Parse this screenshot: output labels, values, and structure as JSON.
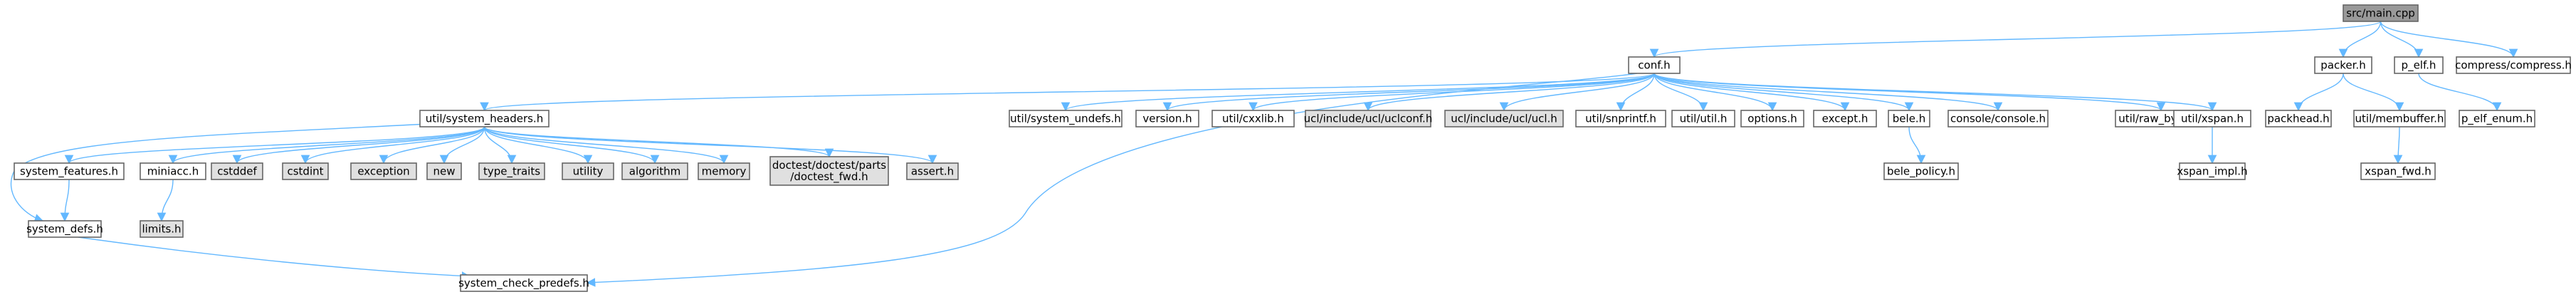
{
  "colors": {
    "node_fill": "#ffffff",
    "external_fill": "#e0e0e0",
    "root_fill": "#999999",
    "edge": "#63b8ff",
    "border": "#666666"
  },
  "nodes": [
    {
      "id": "main",
      "label": [
        "src/main.cpp"
      ],
      "kind": "root"
    },
    {
      "id": "conf",
      "label": [
        "conf.h"
      ],
      "kind": "file"
    },
    {
      "id": "packer",
      "label": [
        "packer.h"
      ],
      "kind": "file"
    },
    {
      "id": "pelf",
      "label": [
        "p_elf.h"
      ],
      "kind": "file"
    },
    {
      "id": "compress",
      "label": [
        "compress/compress.h"
      ],
      "kind": "file"
    },
    {
      "id": "sysheaders",
      "label": [
        "util/system_headers.h"
      ],
      "kind": "file"
    },
    {
      "id": "sysundefs",
      "label": [
        "util/system_undefs.h"
      ],
      "kind": "file"
    },
    {
      "id": "version",
      "label": [
        "version.h"
      ],
      "kind": "file"
    },
    {
      "id": "cxxlib",
      "label": [
        "util/cxxlib.h"
      ],
      "kind": "file"
    },
    {
      "id": "uclconf",
      "label": [
        "ucl/include/ucl/uclconf.h"
      ],
      "kind": "external"
    },
    {
      "id": "ucl",
      "label": [
        "ucl/include/ucl/ucl.h"
      ],
      "kind": "external"
    },
    {
      "id": "snprintf",
      "label": [
        "util/snprintf.h"
      ],
      "kind": "file"
    },
    {
      "id": "util",
      "label": [
        "util/util.h"
      ],
      "kind": "file"
    },
    {
      "id": "options",
      "label": [
        "options.h"
      ],
      "kind": "file"
    },
    {
      "id": "except",
      "label": [
        "except.h"
      ],
      "kind": "file"
    },
    {
      "id": "bele",
      "label": [
        "bele.h"
      ],
      "kind": "file"
    },
    {
      "id": "console",
      "label": [
        "console/console.h"
      ],
      "kind": "file"
    },
    {
      "id": "rawbytes",
      "label": [
        "util/raw_bytes.h"
      ],
      "kind": "file"
    },
    {
      "id": "xspan",
      "label": [
        "util/xspan.h"
      ],
      "kind": "file"
    },
    {
      "id": "packhead",
      "label": [
        "packhead.h"
      ],
      "kind": "file"
    },
    {
      "id": "membuffer",
      "label": [
        "util/membuffer.h"
      ],
      "kind": "file"
    },
    {
      "id": "pelfenum",
      "label": [
        "p_elf_enum.h"
      ],
      "kind": "file"
    },
    {
      "id": "sysfeatures",
      "label": [
        "system_features.h"
      ],
      "kind": "file"
    },
    {
      "id": "miniacc",
      "label": [
        "miniacc.h"
      ],
      "kind": "file"
    },
    {
      "id": "cstddef",
      "label": [
        "cstddef"
      ],
      "kind": "external"
    },
    {
      "id": "cstdint",
      "label": [
        "cstdint"
      ],
      "kind": "external"
    },
    {
      "id": "exception",
      "label": [
        "exception"
      ],
      "kind": "external"
    },
    {
      "id": "new",
      "label": [
        "new"
      ],
      "kind": "external"
    },
    {
      "id": "typetraits",
      "label": [
        "type_traits"
      ],
      "kind": "external"
    },
    {
      "id": "utility",
      "label": [
        "utility"
      ],
      "kind": "external"
    },
    {
      "id": "algorithm",
      "label": [
        "algorithm"
      ],
      "kind": "external"
    },
    {
      "id": "memory",
      "label": [
        "memory"
      ],
      "kind": "external"
    },
    {
      "id": "doctestfwd",
      "label": [
        "doctest/doctest/parts",
        "/doctest_fwd.h"
      ],
      "kind": "external"
    },
    {
      "id": "asserth",
      "label": [
        "assert.h"
      ],
      "kind": "external"
    },
    {
      "id": "belepolicy",
      "label": [
        "bele_policy.h"
      ],
      "kind": "file"
    },
    {
      "id": "xspanimpl",
      "label": [
        "xspan_impl.h"
      ],
      "kind": "file"
    },
    {
      "id": "xspanfwd",
      "label": [
        "xspan_fwd.h"
      ],
      "kind": "file"
    },
    {
      "id": "sysdefs",
      "label": [
        "system_defs.h"
      ],
      "kind": "file"
    },
    {
      "id": "limits",
      "label": [
        "limits.h"
      ],
      "kind": "external"
    },
    {
      "id": "syscheck",
      "label": [
        "system_check_predefs.h"
      ],
      "kind": "file"
    }
  ],
  "edges": [
    [
      "main",
      "conf"
    ],
    [
      "main",
      "packer"
    ],
    [
      "main",
      "pelf"
    ],
    [
      "main",
      "compress"
    ],
    [
      "conf",
      "sysheaders"
    ],
    [
      "conf",
      "sysundefs"
    ],
    [
      "conf",
      "version"
    ],
    [
      "conf",
      "cxxlib"
    ],
    [
      "conf",
      "uclconf"
    ],
    [
      "conf",
      "ucl"
    ],
    [
      "conf",
      "snprintf"
    ],
    [
      "conf",
      "util"
    ],
    [
      "conf",
      "options"
    ],
    [
      "conf",
      "except"
    ],
    [
      "conf",
      "bele"
    ],
    [
      "conf",
      "console"
    ],
    [
      "conf",
      "rawbytes"
    ],
    [
      "conf",
      "xspan"
    ],
    [
      "conf",
      "syscheck"
    ],
    [
      "packer",
      "packhead"
    ],
    [
      "packer",
      "membuffer"
    ],
    [
      "pelf",
      "pelfenum"
    ],
    [
      "sysheaders",
      "sysfeatures"
    ],
    [
      "sysheaders",
      "miniacc"
    ],
    [
      "sysheaders",
      "cstddef"
    ],
    [
      "sysheaders",
      "cstdint"
    ],
    [
      "sysheaders",
      "exception"
    ],
    [
      "sysheaders",
      "new"
    ],
    [
      "sysheaders",
      "typetraits"
    ],
    [
      "sysheaders",
      "utility"
    ],
    [
      "sysheaders",
      "algorithm"
    ],
    [
      "sysheaders",
      "memory"
    ],
    [
      "sysheaders",
      "doctestfwd"
    ],
    [
      "sysheaders",
      "asserth"
    ],
    [
      "sysheaders",
      "sysdefs"
    ],
    [
      "sysfeatures",
      "sysdefs"
    ],
    [
      "miniacc",
      "limits"
    ],
    [
      "sysdefs",
      "syscheck"
    ],
    [
      "bele",
      "belepolicy"
    ],
    [
      "xspan",
      "xspanimpl"
    ],
    [
      "membuffer",
      "xspanfwd"
    ]
  ]
}
